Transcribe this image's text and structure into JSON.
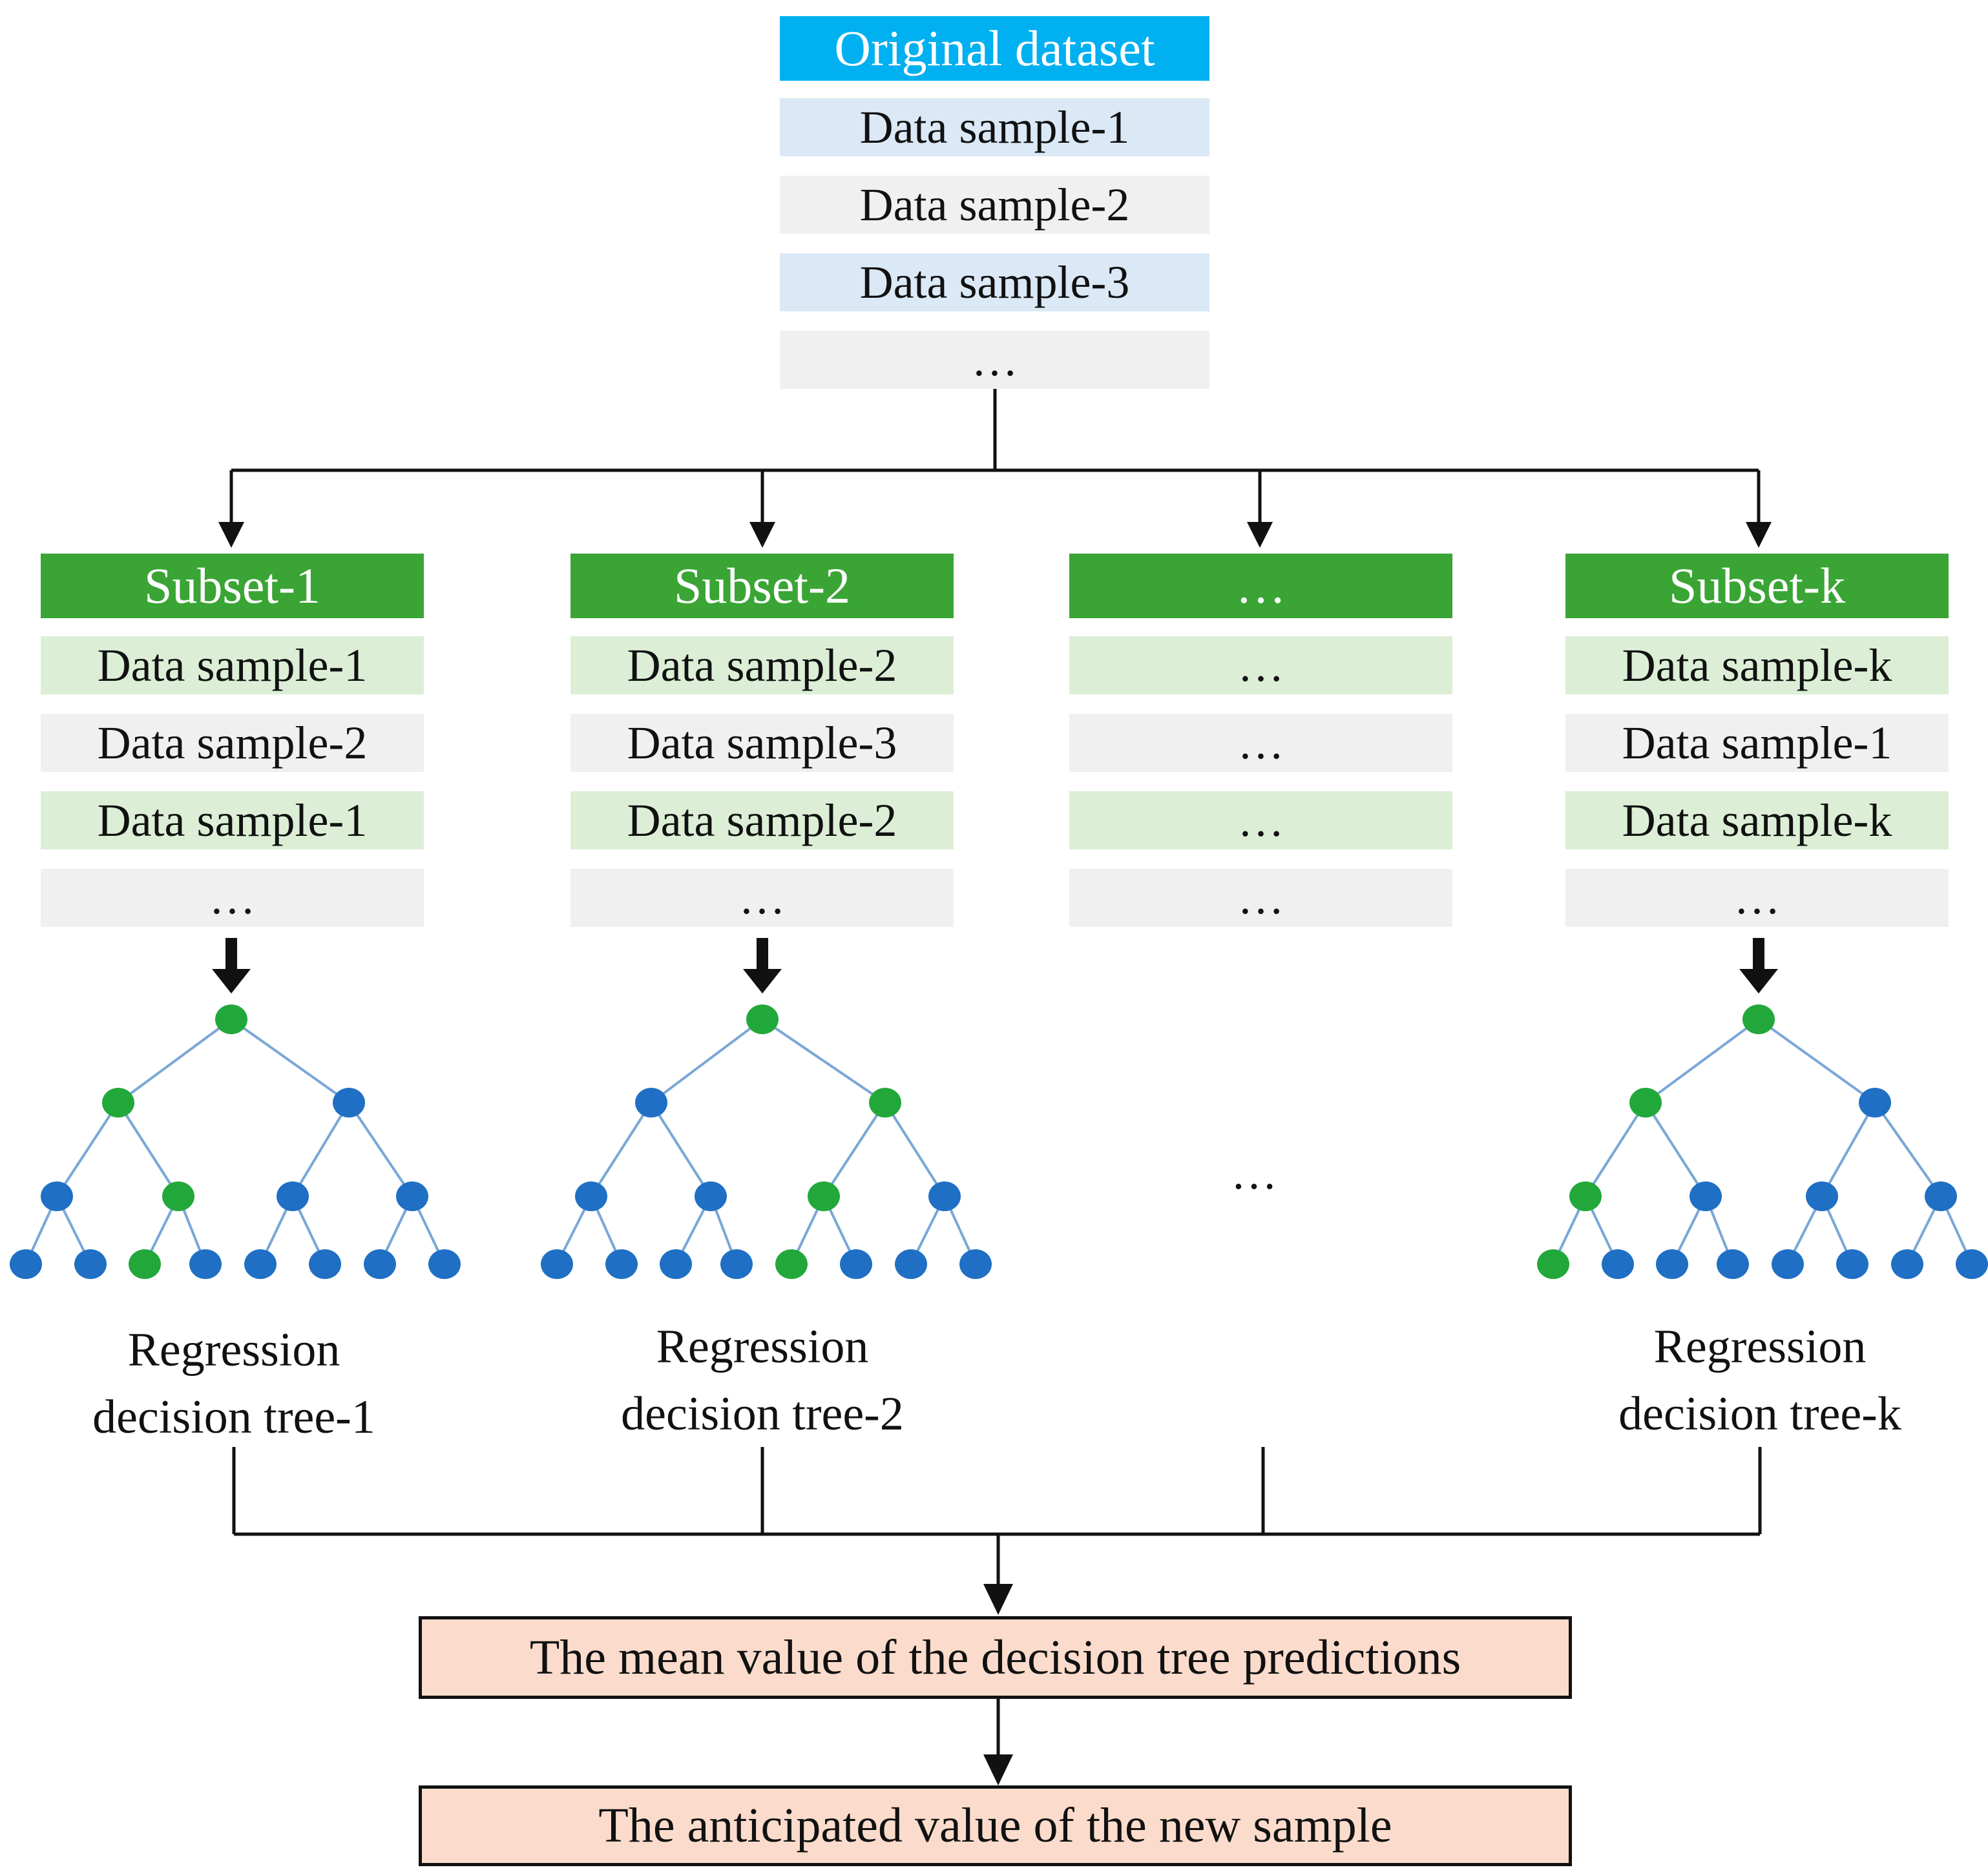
{
  "original": {
    "title": "Original dataset",
    "rows": [
      {
        "text": "Data sample-1",
        "tone": "blue"
      },
      {
        "text": "Data sample-2",
        "tone": "grey"
      },
      {
        "text": "Data sample-3",
        "tone": "blue"
      },
      {
        "text": "…",
        "tone": "grey"
      }
    ]
  },
  "subsets": [
    {
      "title": "Subset-1",
      "rows": [
        {
          "text": "Data sample-1",
          "tone": "green"
        },
        {
          "text": "Data sample-2",
          "tone": "grey"
        },
        {
          "text": "Data sample-1",
          "tone": "green"
        },
        {
          "text": "…",
          "tone": "grey"
        }
      ],
      "tree_label_line1": "Regression",
      "tree_label_line2": "decision tree-1"
    },
    {
      "title": "Subset-2",
      "rows": [
        {
          "text": "Data sample-2",
          "tone": "green"
        },
        {
          "text": "Data sample-3",
          "tone": "grey"
        },
        {
          "text": "Data sample-2",
          "tone": "green"
        },
        {
          "text": "…",
          "tone": "grey"
        }
      ],
      "tree_label_line1": "Regression",
      "tree_label_line2": "decision tree-2"
    },
    {
      "title": "…",
      "rows": [
        {
          "text": "…",
          "tone": "green"
        },
        {
          "text": "…",
          "tone": "grey"
        },
        {
          "text": "…",
          "tone": "green"
        },
        {
          "text": "…",
          "tone": "grey"
        }
      ],
      "tree_label_line1": "",
      "tree_label_line2": ""
    },
    {
      "title": "Subset-k",
      "rows": [
        {
          "text": "Data sample-k",
          "tone": "green"
        },
        {
          "text": "Data sample-1",
          "tone": "grey"
        },
        {
          "text": "Data sample-k",
          "tone": "green"
        },
        {
          "text": "…",
          "tone": "grey"
        }
      ],
      "tree_label_line1": "Regression",
      "tree_label_line2": "decision tree-k"
    }
  ],
  "middle_ellipsis": "…",
  "mean_box": "The mean  value of the decision tree predictions",
  "final_box": "The anticipated value of the new sample",
  "colors": {
    "original_header": "#00b0f0",
    "subset_header": "#3aa535",
    "node_blue": "#1f6fc4",
    "node_green": "#22a83a",
    "edge": "#7aa7d6",
    "result_fill": "#fbdccc"
  }
}
